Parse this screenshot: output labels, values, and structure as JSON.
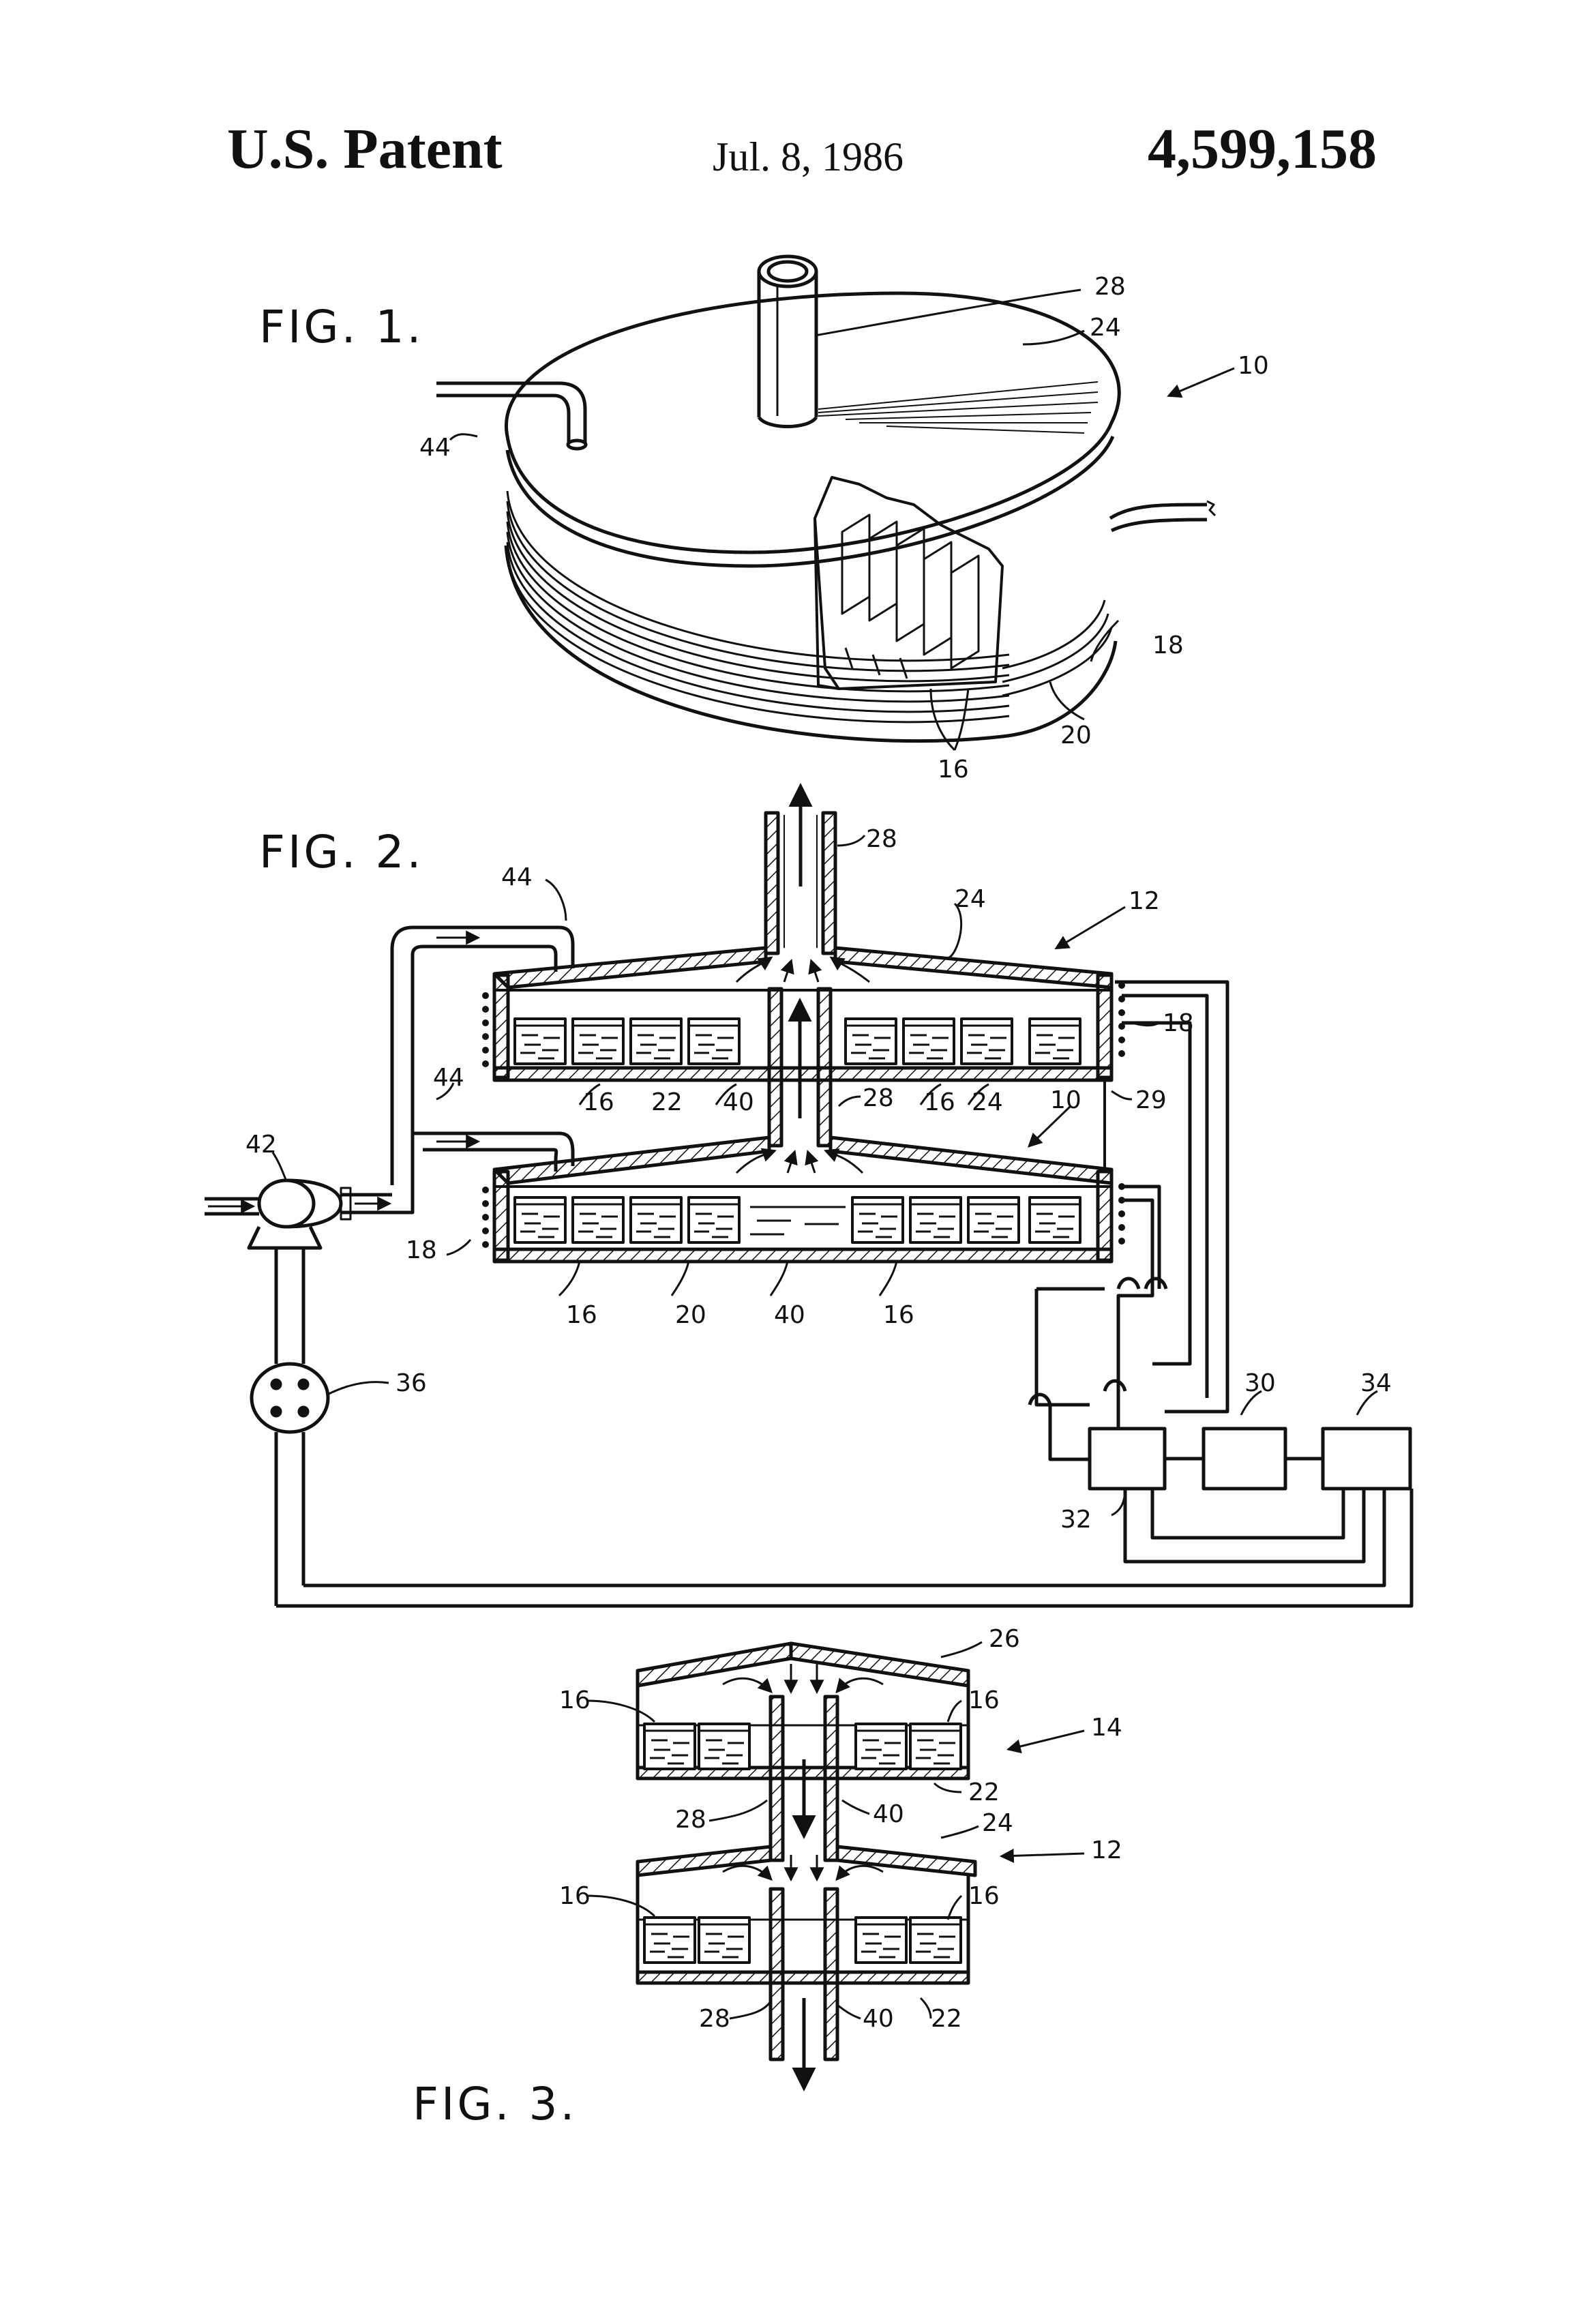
{
  "header": {
    "left": "U.S. Patent",
    "date": "Jul. 8, 1986",
    "patent_number": "4,599,158"
  },
  "figures": {
    "fig1": {
      "label": "FIG. 1.",
      "refs": {
        "r28": "28",
        "r24": "24",
        "r10": "10",
        "r44": "44",
        "r18": "18",
        "r20": "20",
        "r16": "16"
      }
    },
    "fig2": {
      "label": "FIG. 2.",
      "refs": {
        "r28a": "28",
        "r44a": "44",
        "r24a": "24",
        "r12": "12",
        "r18a": "18",
        "r44b": "44",
        "r16a": "16",
        "r22": "22",
        "r40a": "40",
        "r28b": "28",
        "r16b": "16",
        "r24b": "24",
        "r10": "10",
        "r29": "29",
        "r42": "42",
        "r18b": "18",
        "r16c": "16",
        "r20": "20",
        "r40b": "40",
        "r16d": "16",
        "r36": "36",
        "r30": "30",
        "r34": "34",
        "r32": "32"
      }
    },
    "fig3": {
      "label": "FIG. 3.",
      "refs": {
        "r26": "26",
        "r16a": "16",
        "r16b": "16",
        "r14": "14",
        "r22a": "22",
        "r28a": "28",
        "r40a": "40",
        "r24": "24",
        "r12": "12",
        "r16c": "16",
        "r16d": "16",
        "r28b": "28",
        "r40b": "40",
        "r22b": "22"
      }
    }
  }
}
